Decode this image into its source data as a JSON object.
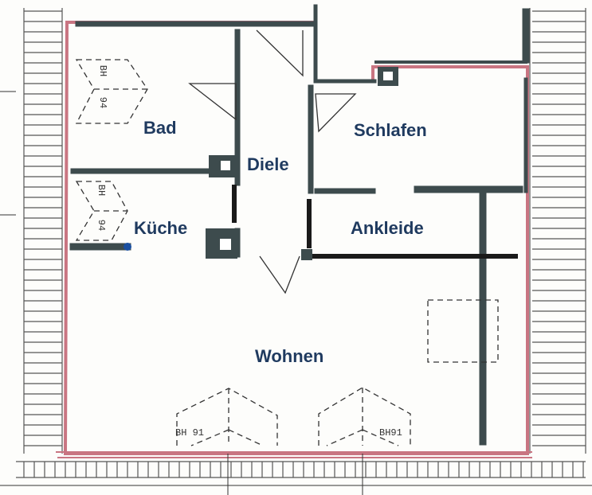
{
  "rooms": {
    "bad": "Bad",
    "diele": "Diele",
    "schlafen": "Schlafen",
    "kueche": "Küche",
    "ankleide": "Ankleide",
    "wohnen": "Wohnen"
  },
  "windows": {
    "bad_top": "BH",
    "bad_bottom": "94",
    "kueche_top": "BH",
    "kueche_bottom": "94",
    "wohnen_left": "BH 91",
    "wohnen_right": "BH91"
  },
  "colors": {
    "wall": "#3d4b4d",
    "outline": "#c97582",
    "label": "#1f3a5f"
  }
}
